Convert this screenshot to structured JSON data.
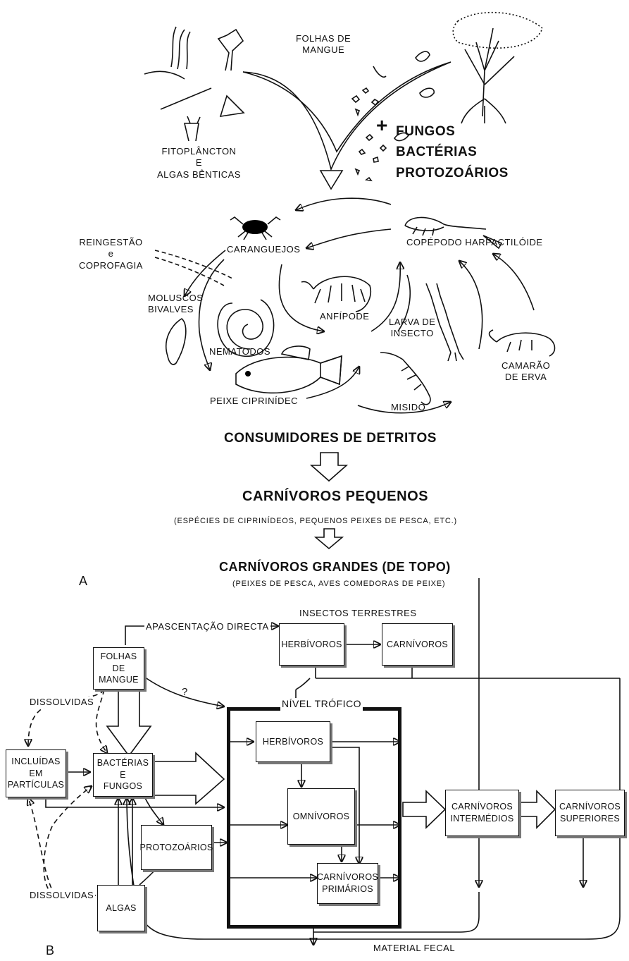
{
  "panel_a": {
    "label": "A",
    "folhas_de_mangue": [
      "FOLHAS DE",
      "MANGUE"
    ],
    "fitoplancton": [
      "FITOPLÂNCTON",
      "E",
      "ALGAS BÊNTICAS"
    ],
    "plus": "+",
    "decomposers": [
      "FUNGOS",
      "BACTÉRIAS",
      "PROTOZOÁRIOS"
    ],
    "reingestao": [
      "REINGESTÃO",
      "e",
      "COPROFAGIA"
    ],
    "caranguejos": "CARANGUEJOS",
    "copepodo": "COPÉPODO HARPACTILÓIDE",
    "moluscos": [
      "MOLUSCOS",
      "BIVALVES"
    ],
    "anfipode": "ANFÍPODE",
    "larva": [
      "LARVA DE",
      "INSECTO"
    ],
    "nematodos": "NEMATODOS",
    "camarao": [
      "CAMARÃO",
      "DE ERVA"
    ],
    "peixe": "PEIXE CIPRINÍDEC",
    "misido": "MISIDO",
    "consumidores": "CONSUMIDORES DE DETRITOS",
    "carnivoros_pequenos": "CARNÍVOROS PEQUENOS",
    "carnivoros_pequenos_note": "(ESPÉCIES DE CIPRINÍDEOS, PEQUENOS PEIXES DE PESCA, ETC.)",
    "carnivoros_grandes": "CARNÍVOROS GRANDES (DE TOPO)",
    "carnivoros_grandes_note": "(PEIXES DE PESCA, AVES COMEDORAS DE PEIXE)"
  },
  "panel_b": {
    "label": "B",
    "insectos_terrestres": "INSECTOS TERRESTRES",
    "apascentacao": "APASCENTAÇÃO DIRECTA",
    "herbivoros_ins": "HERBÍVOROS",
    "carnivoros_ins": "CARNÍVOROS",
    "folhas_de_mangue": [
      "FOLHAS",
      "DE",
      "MANGUE"
    ],
    "dissolvidas_top": "DISSOLVIDAS",
    "question": "?",
    "nivel_trofico": "NÍVEL TRÓFICO",
    "incluidas": [
      "INCLUÍDAS",
      "EM",
      "PARTÍCULAS"
    ],
    "bacterias_fungos": [
      "BACTÉRIAS",
      "E",
      "FUNGOS"
    ],
    "herbivoros": "HERBÍVOROS",
    "omnivoros": "OMNÍVOROS",
    "protozoarios": "PROTOZOÁRIOS",
    "carnivoros_primarios": [
      "CARNÍVOROS",
      "PRIMÁRIOS"
    ],
    "carnivoros_intermedios": [
      "CARNÍVOROS",
      "INTERMÉDIOS"
    ],
    "carnivoros_superiores": [
      "CARNÍVOROS",
      "SUPERIORES"
    ],
    "dissolvidas_bottom": "DISSOLVIDAS",
    "algas": "ALGAS",
    "material_fecal": "MATERIAL FECAL"
  }
}
